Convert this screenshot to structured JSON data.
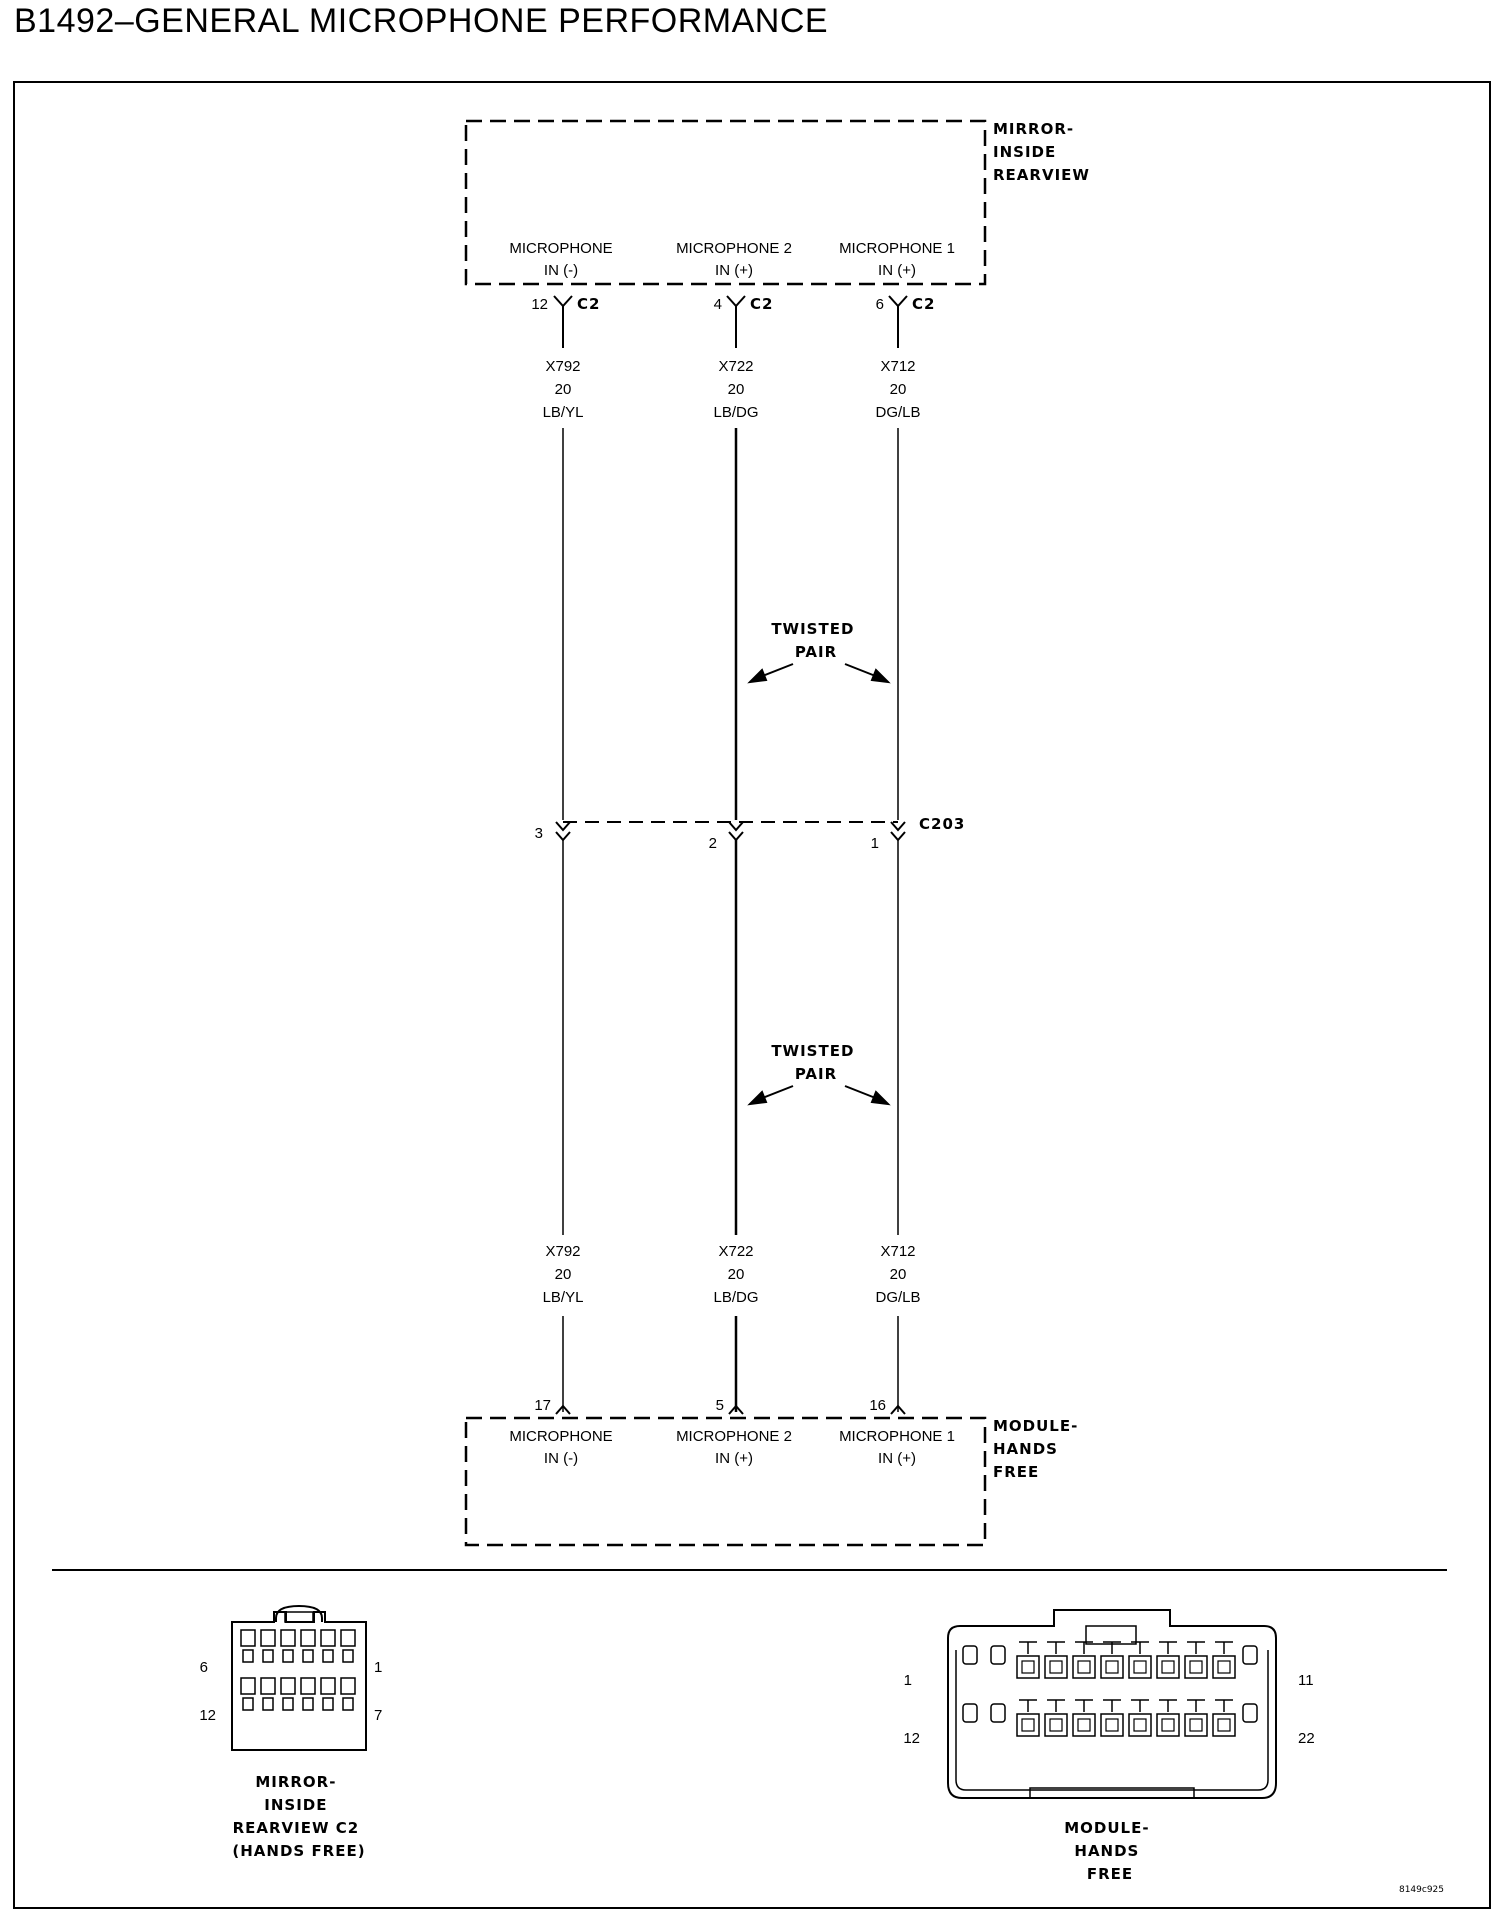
{
  "title": "B1492–GENERAL MICROPHONE PERFORMANCE",
  "components": {
    "mirror": [
      "MIRROR-",
      "INSIDE",
      "REARVIEW"
    ],
    "module": [
      "MODULE-",
      "HANDS",
      "FREE"
    ]
  },
  "mirror_pins": [
    {
      "label": [
        "MICROPHONE",
        "IN (-)"
      ],
      "pin": "12",
      "connector": "C2"
    },
    {
      "label": [
        "MICROPHONE 2",
        "IN (+)"
      ],
      "pin": "4",
      "connector": "C2"
    },
    {
      "label": [
        "MICROPHONE 1",
        "IN (+)"
      ],
      "pin": "6",
      "connector": "C2"
    }
  ],
  "wires": [
    {
      "circuit": "X792",
      "gauge": "20",
      "color": "LB/YL"
    },
    {
      "circuit": "X722",
      "gauge": "20",
      "color": "LB/DG"
    },
    {
      "circuit": "X712",
      "gauge": "20",
      "color": "DG/LB"
    }
  ],
  "inline_connector": {
    "name": "C203",
    "pins": [
      "3",
      "2",
      "1"
    ]
  },
  "twisted_pair_label": [
    "TWISTED",
    "PAIR"
  ],
  "module_pins": [
    {
      "label": [
        "MICROPHONE",
        "IN (-)"
      ],
      "pin": "17"
    },
    {
      "label": [
        "MICROPHONE 2",
        "IN (+)"
      ],
      "pin": "5"
    },
    {
      "label": [
        "MICROPHONE 1",
        "IN (+)"
      ],
      "pin": "16"
    }
  ],
  "connector_views": {
    "mirror": {
      "caption": [
        "MIRROR-",
        "INSIDE",
        "REARVIEW C2",
        "(HANDS FREE)"
      ],
      "pin_labels": {
        "top_left": "6",
        "top_right": "1",
        "bottom_left": "12",
        "bottom_right": "7"
      }
    },
    "module": {
      "caption": [
        "MODULE-",
        "HANDS",
        "FREE"
      ],
      "pin_labels": {
        "top_left": "1",
        "top_right": "11",
        "bottom_left": "12",
        "bottom_right": "22"
      }
    }
  },
  "figure_code": "8149c925"
}
